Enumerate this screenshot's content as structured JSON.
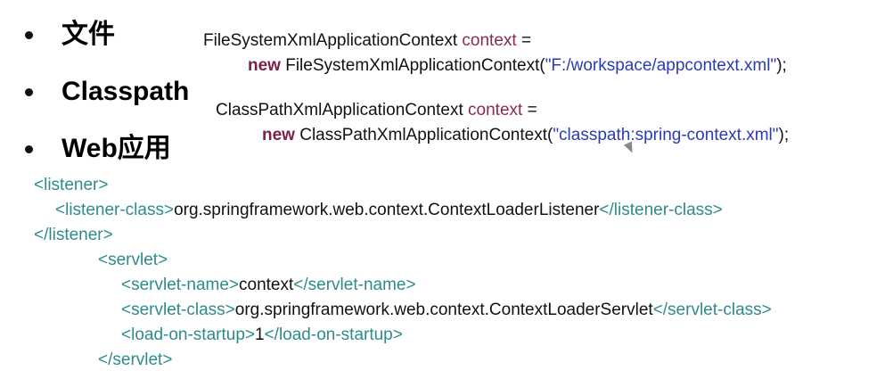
{
  "bullets": [
    "文件",
    "Classpath",
    "Web应用"
  ],
  "fs": {
    "type": "FileSystemXmlApplicationContext",
    "var": "context",
    "eq": "=",
    "new_kw": "new",
    "ctor": "FileSystemXmlApplicationContext(",
    "arg": "\"F:/workspace/appcontext.xml\"",
    "end": ");"
  },
  "cp": {
    "type": "ClassPathXmlApplicationContext",
    "var": "context",
    "eq": "=",
    "new_kw": "new",
    "ctor": "ClassPathXmlApplicationContext(",
    "arg": "\"classpath:spring-context.xml\"",
    "end": ");"
  },
  "listener": {
    "open": "<listener>",
    "class_open": "<listener-class>",
    "class_value": "org.springframework.web.context.ContextLoaderListener",
    "class_close": "</listener-class>",
    "close": "</listener>"
  },
  "servlet": {
    "open": "<servlet>",
    "name_open": "<servlet-name>",
    "name_value": "context",
    "name_close": "</servlet-name>",
    "class_open": "<servlet-class>",
    "class_value": "org.springframework.web.context.ContextLoaderServlet",
    "class_close": "</servlet-class>",
    "load_open": "<load-on-startup>",
    "load_value": "1",
    "load_close": "</load-on-startup>",
    "close": "</servlet>"
  },
  "colors": {
    "tag": "#2e8b8b",
    "keyword": "#7b1f4b",
    "string": "#2a3bb8",
    "variable": "#8b2a4a"
  }
}
